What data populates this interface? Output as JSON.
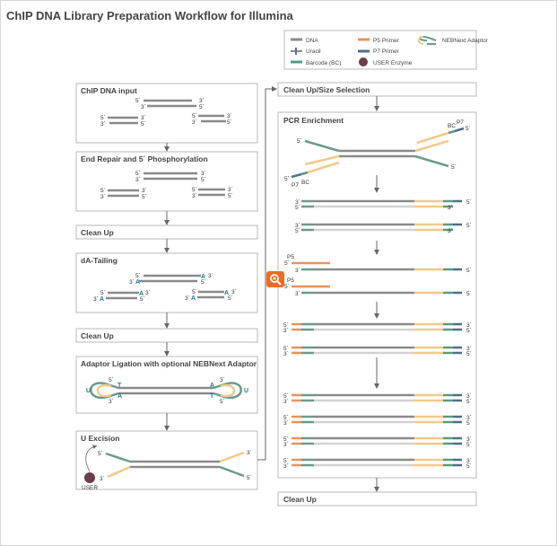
{
  "title": "ChIP DNA Library Preparation Workflow for Illumina",
  "legend": {
    "dna": "DNA",
    "uracil": "Uracil",
    "barcode": "Barcode (BC)",
    "p5": "P5 Primer",
    "p7": "P7 Primer",
    "user_enzyme": "USER Enzyme",
    "adaptor": "NEBNext Adaptor"
  },
  "steps": {
    "chip_input": "ChIP DNA input",
    "end_repair": "End Repair and 5´ Phosphorylation",
    "cleanup1": "Clean Up",
    "da_tailing": "dA-Tailing",
    "cleanup2": "Clean Up",
    "ligation": "Adaptor Ligation with optional NEBNext Adaptor",
    "u_excision": "U Excision",
    "size_selection": "Clean Up/Size Selection",
    "pcr": "PCR Enrichment",
    "cleanup_final": "Clean Up"
  },
  "labels": {
    "five": "5´",
    "three": "3´",
    "a": "A",
    "t": "T",
    "u": "U",
    "user": "USER",
    "bc": "BC",
    "p7": "P7",
    "p5": "P5"
  },
  "colors": {
    "dna_dark": "#8a8a8a",
    "dna_light": "#d2d2d2",
    "barcode": "#5a9a82",
    "p5": "#e8935c",
    "p7": "#4d6f8c",
    "adaptor": "#f2c98a",
    "adaptor_teal": "#6b9a8b",
    "base_letter": "#1a7a99",
    "user_enzyme": "#6b3f4a",
    "zoom": "#f26a21"
  },
  "zoom_icon": "magnifier-icon"
}
